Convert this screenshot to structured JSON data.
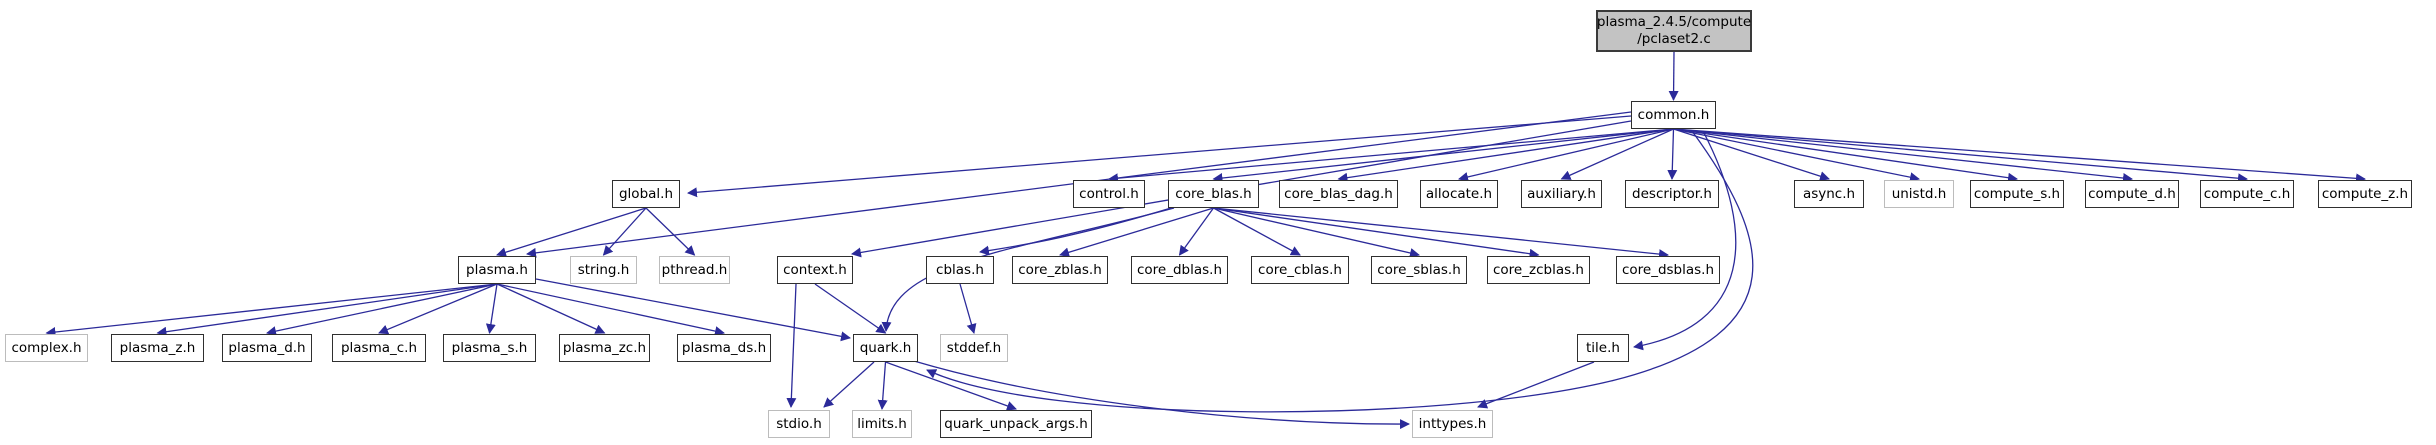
{
  "graph": {
    "description": "include-dependency-graph",
    "colors": {
      "edge": "#2b2a99",
      "node_border": "#2f2f2f",
      "system_node_border": "#bcbcbc",
      "source_node_fill": "#c3c3c3",
      "node_fill": "#ffffff"
    },
    "nodes": [
      {
        "id": "pclaset2",
        "label": "plasma_2.4.5/compute /pclaset2.c",
        "label_lines": [
          "plasma_2.4.5/compute",
          "/pclaset2.c"
        ],
        "type": "source"
      },
      {
        "id": "common",
        "label": "common.h",
        "type": "header"
      },
      {
        "id": "global",
        "label": "global.h",
        "type": "header"
      },
      {
        "id": "control",
        "label": "control.h",
        "type": "header"
      },
      {
        "id": "core_blas",
        "label": "core_blas.h",
        "type": "header"
      },
      {
        "id": "core_blas_dag",
        "label": "core_blas_dag.h",
        "type": "header"
      },
      {
        "id": "allocate",
        "label": "allocate.h",
        "type": "header"
      },
      {
        "id": "auxiliary",
        "label": "auxiliary.h",
        "type": "header"
      },
      {
        "id": "descriptor",
        "label": "descriptor.h",
        "type": "header"
      },
      {
        "id": "async",
        "label": "async.h",
        "type": "header"
      },
      {
        "id": "unistd",
        "label": "unistd.h",
        "type": "system"
      },
      {
        "id": "compute_s",
        "label": "compute_s.h",
        "type": "header"
      },
      {
        "id": "compute_d",
        "label": "compute_d.h",
        "type": "header"
      },
      {
        "id": "compute_c",
        "label": "compute_c.h",
        "type": "header"
      },
      {
        "id": "compute_z",
        "label": "compute_z.h",
        "type": "header"
      },
      {
        "id": "plasma",
        "label": "plasma.h",
        "type": "header"
      },
      {
        "id": "string",
        "label": "string.h",
        "type": "system"
      },
      {
        "id": "pthread",
        "label": "pthread.h",
        "type": "system"
      },
      {
        "id": "context",
        "label": "context.h",
        "type": "header"
      },
      {
        "id": "cblas",
        "label": "cblas.h",
        "type": "header"
      },
      {
        "id": "core_zblas",
        "label": "core_zblas.h",
        "type": "header"
      },
      {
        "id": "core_dblas",
        "label": "core_dblas.h",
        "type": "header"
      },
      {
        "id": "core_cblas",
        "label": "core_cblas.h",
        "type": "header"
      },
      {
        "id": "core_sblas",
        "label": "core_sblas.h",
        "type": "header"
      },
      {
        "id": "core_zcblas",
        "label": "core_zcblas.h",
        "type": "header"
      },
      {
        "id": "core_dsblas",
        "label": "core_dsblas.h",
        "type": "header"
      },
      {
        "id": "complex",
        "label": "complex.h",
        "type": "system"
      },
      {
        "id": "plasma_z",
        "label": "plasma_z.h",
        "type": "header"
      },
      {
        "id": "plasma_d",
        "label": "plasma_d.h",
        "type": "header"
      },
      {
        "id": "plasma_c",
        "label": "plasma_c.h",
        "type": "header"
      },
      {
        "id": "plasma_s",
        "label": "plasma_s.h",
        "type": "header"
      },
      {
        "id": "plasma_zc",
        "label": "plasma_zc.h",
        "type": "header"
      },
      {
        "id": "plasma_ds",
        "label": "plasma_ds.h",
        "type": "header"
      },
      {
        "id": "quark",
        "label": "quark.h",
        "type": "header"
      },
      {
        "id": "stddef",
        "label": "stddef.h",
        "type": "system"
      },
      {
        "id": "tile",
        "label": "tile.h",
        "type": "header"
      },
      {
        "id": "stdio",
        "label": "stdio.h",
        "type": "system"
      },
      {
        "id": "limits",
        "label": "limits.h",
        "type": "system"
      },
      {
        "id": "quark_unpack_args",
        "label": "quark_unpack_args.h",
        "type": "header"
      },
      {
        "id": "inttypes",
        "label": "inttypes.h",
        "type": "system"
      }
    ],
    "edges": [
      {
        "from": "pclaset2",
        "to": "common"
      },
      {
        "from": "common",
        "to": "global"
      },
      {
        "from": "common",
        "to": "plasma"
      },
      {
        "from": "common",
        "to": "context"
      },
      {
        "from": "common",
        "to": "quark"
      },
      {
        "from": "common",
        "to": "tile"
      },
      {
        "from": "common",
        "to": "control"
      },
      {
        "from": "common",
        "to": "core_blas"
      },
      {
        "from": "common",
        "to": "core_blas_dag"
      },
      {
        "from": "common",
        "to": "allocate"
      },
      {
        "from": "common",
        "to": "auxiliary"
      },
      {
        "from": "common",
        "to": "descriptor"
      },
      {
        "from": "common",
        "to": "async"
      },
      {
        "from": "common",
        "to": "unistd"
      },
      {
        "from": "common",
        "to": "compute_s"
      },
      {
        "from": "common",
        "to": "compute_d"
      },
      {
        "from": "common",
        "to": "compute_c"
      },
      {
        "from": "common",
        "to": "compute_z"
      },
      {
        "from": "global",
        "to": "plasma"
      },
      {
        "from": "global",
        "to": "string"
      },
      {
        "from": "global",
        "to": "pthread"
      },
      {
        "from": "plasma",
        "to": "complex"
      },
      {
        "from": "plasma",
        "to": "plasma_z"
      },
      {
        "from": "plasma",
        "to": "plasma_d"
      },
      {
        "from": "plasma",
        "to": "plasma_c"
      },
      {
        "from": "plasma",
        "to": "plasma_s"
      },
      {
        "from": "plasma",
        "to": "plasma_zc"
      },
      {
        "from": "plasma",
        "to": "plasma_ds"
      },
      {
        "from": "plasma",
        "to": "quark"
      },
      {
        "from": "context",
        "to": "quark"
      },
      {
        "from": "context",
        "to": "stdio"
      },
      {
        "from": "core_blas",
        "to": "cblas"
      },
      {
        "from": "core_blas",
        "to": "core_zblas"
      },
      {
        "from": "core_blas",
        "to": "core_dblas"
      },
      {
        "from": "core_blas",
        "to": "core_cblas"
      },
      {
        "from": "core_blas",
        "to": "core_sblas"
      },
      {
        "from": "core_blas",
        "to": "core_zcblas"
      },
      {
        "from": "core_blas",
        "to": "core_dsblas"
      },
      {
        "from": "core_blas",
        "to": "quark"
      },
      {
        "from": "cblas",
        "to": "stddef"
      },
      {
        "from": "quark",
        "to": "stdio"
      },
      {
        "from": "quark",
        "to": "limits"
      },
      {
        "from": "quark",
        "to": "quark_unpack_args"
      },
      {
        "from": "quark",
        "to": "inttypes"
      },
      {
        "from": "tile",
        "to": "inttypes"
      }
    ]
  }
}
